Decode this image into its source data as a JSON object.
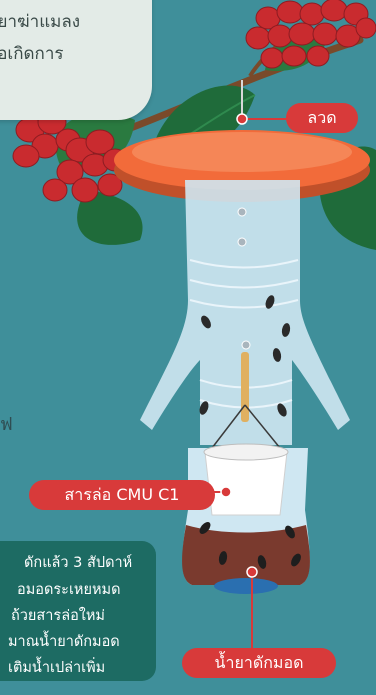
{
  "top_note": {
    "line1": "ชยาฆ่าแมลง",
    "line2": "มื่อเกิดการ"
  },
  "side_fragment": "ฟ",
  "labels": {
    "wire": "ลวด",
    "lure": "สารล่อ CMU C1",
    "liquid": "น้ำยาดักมอด"
  },
  "instructions": [
    "ดักแล้ว 3 สัปดาห์",
    "อมอดระเหยหมด",
    "ถ้วยสารล่อใหม่",
    "มาณน้ำยาดักมอด",
    "เติมน้ำเปล่าเพิ่ม"
  ],
  "colors": {
    "background": "#3f8f9a",
    "label_red": "#d83a3a",
    "cap_orange": "#f26b3a",
    "liquid_brown": "#7a3a2e",
    "bottle_blue": "#cfe7f2",
    "cherry_red": "#c92b2f",
    "leaf_green": "#1f6b3a",
    "instruction_box": "#1d6b63"
  },
  "icons": [
    "coffee-cherry-icon",
    "leaf-icon",
    "beetle-icon",
    "branch-icon"
  ]
}
